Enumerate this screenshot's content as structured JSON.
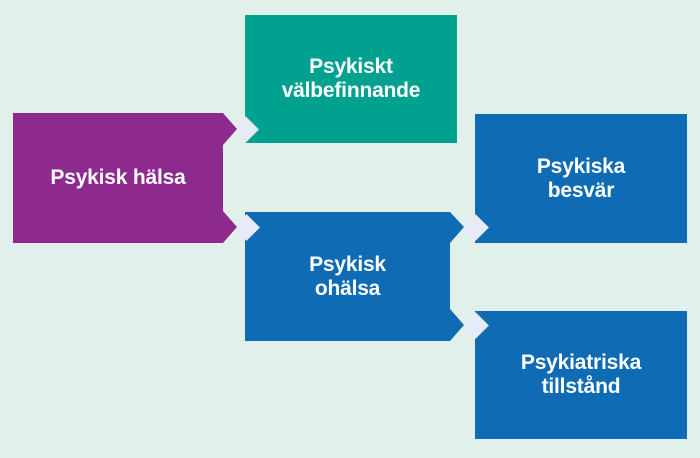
{
  "diagram": {
    "background_color": "#e2f0ec",
    "text_color": "#ffffff",
    "connector_gap_color": "#e7eaf7",
    "colors": {
      "purple": "#8e2a8e",
      "teal": "#01a18f",
      "blue": "#0e6bb4"
    },
    "nodes": {
      "halsa": {
        "label": "Psykisk hälsa",
        "color": "#8e2a8e"
      },
      "valbefinnande": {
        "label": "Psykiskt\nvälbefinnande",
        "color": "#01a18f"
      },
      "ohalsa": {
        "label": "Psykisk\nohälsa",
        "color": "#0e6bb4"
      },
      "besvar": {
        "label": "Psykiska\nbesvär",
        "color": "#0e6bb4"
      },
      "tillstand": {
        "label": "Psykiatriska\ntillstånd",
        "color": "#0e6bb4"
      }
    }
  }
}
